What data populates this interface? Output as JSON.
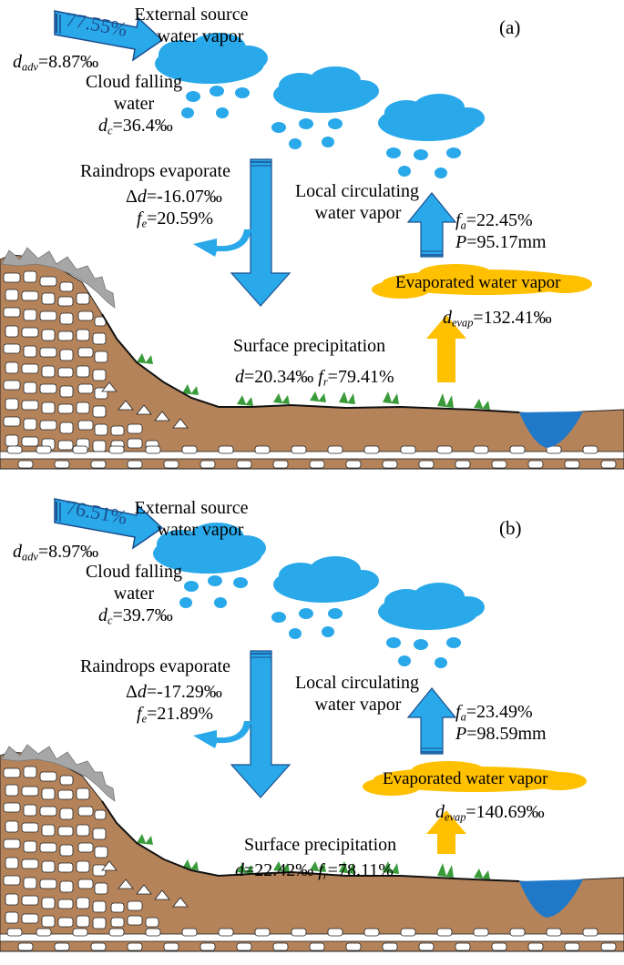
{
  "panels": [
    {
      "label": "(a)",
      "external_pct": "77.55%",
      "external_label_line1": "External source",
      "external_label_line2": "water vapor",
      "d_adv_symbol": "d",
      "d_adv_sub": "adv",
      "d_adv_value": "=8.87‰",
      "cloud_label_line1": "Cloud falling",
      "cloud_label_line2": "water",
      "dc_symbol": "d",
      "dc_sub": "c",
      "dc_value": "=36.4‰",
      "raindrops_label": "Raindrops evaporate",
      "delta_prefix": "Δ",
      "delta_symbol": "d",
      "delta_value": "=-16.07‰",
      "fe_symbol": "f",
      "fe_sub": "e",
      "fe_value": "=20.59%",
      "local_line1": "Local circulating",
      "local_line2": "water vapor",
      "fa_symbol": "f",
      "fa_sub": "a",
      "fa_value": "=22.45%",
      "p_symbol": "P",
      "p_value": "=95.17mm",
      "evap_label": "Evaporated water vapor",
      "devap_symbol": "d",
      "devap_sub": "evap",
      "devap_value": "=132.41‰",
      "surface_label": "Surface precipitation",
      "d_symbol": "d",
      "d_value": "=20.34‰",
      "fr_symbol": "f",
      "fr_sub": "r",
      "fr_value": "=79.41%"
    },
    {
      "label": "(b)",
      "external_pct": "76.51%",
      "external_label_line1": "External source",
      "external_label_line2": "water vapor",
      "d_adv_symbol": "d",
      "d_adv_sub": "adv",
      "d_adv_value": "=8.97‰",
      "cloud_label_line1": "Cloud falling",
      "cloud_label_line2": "water",
      "dc_symbol": "d",
      "dc_sub": "c",
      "dc_value": "=39.7‰",
      "raindrops_label": "Raindrops evaporate",
      "delta_prefix": "Δ",
      "delta_symbol": "d",
      "delta_value": "=-17.29‰",
      "fe_symbol": "f",
      "fe_sub": "e",
      "fe_value": "=21.89%",
      "local_line1": "Local circulating",
      "local_line2": "water vapor",
      "fa_symbol": "f",
      "fa_sub": "a",
      "fa_value": "=23.49%",
      "p_symbol": "P",
      "p_value": "=98.59mm",
      "evap_label": "Evaporated water vapor",
      "devap_symbol": "d",
      "devap_sub": "evap",
      "devap_value": "=140.69‰",
      "surface_label": "Surface precipitation",
      "d_symbol": "d",
      "d_value": "=22.42‰",
      "fr_symbol": "f",
      "fr_sub": "r",
      "fr_value": "=78.11%"
    }
  ],
  "colors": {
    "cloud": "#29a8ea",
    "arrow_blue": "#29a8ea",
    "arrow_outline": "#1c4f8e",
    "evap_cloud": "#ffc000",
    "evap_arrow": "#ffc000",
    "soil": "#b5835a",
    "grass": "#3a9b3a",
    "water": "#1f78c8",
    "rock_gray": "#a6a6a6"
  }
}
